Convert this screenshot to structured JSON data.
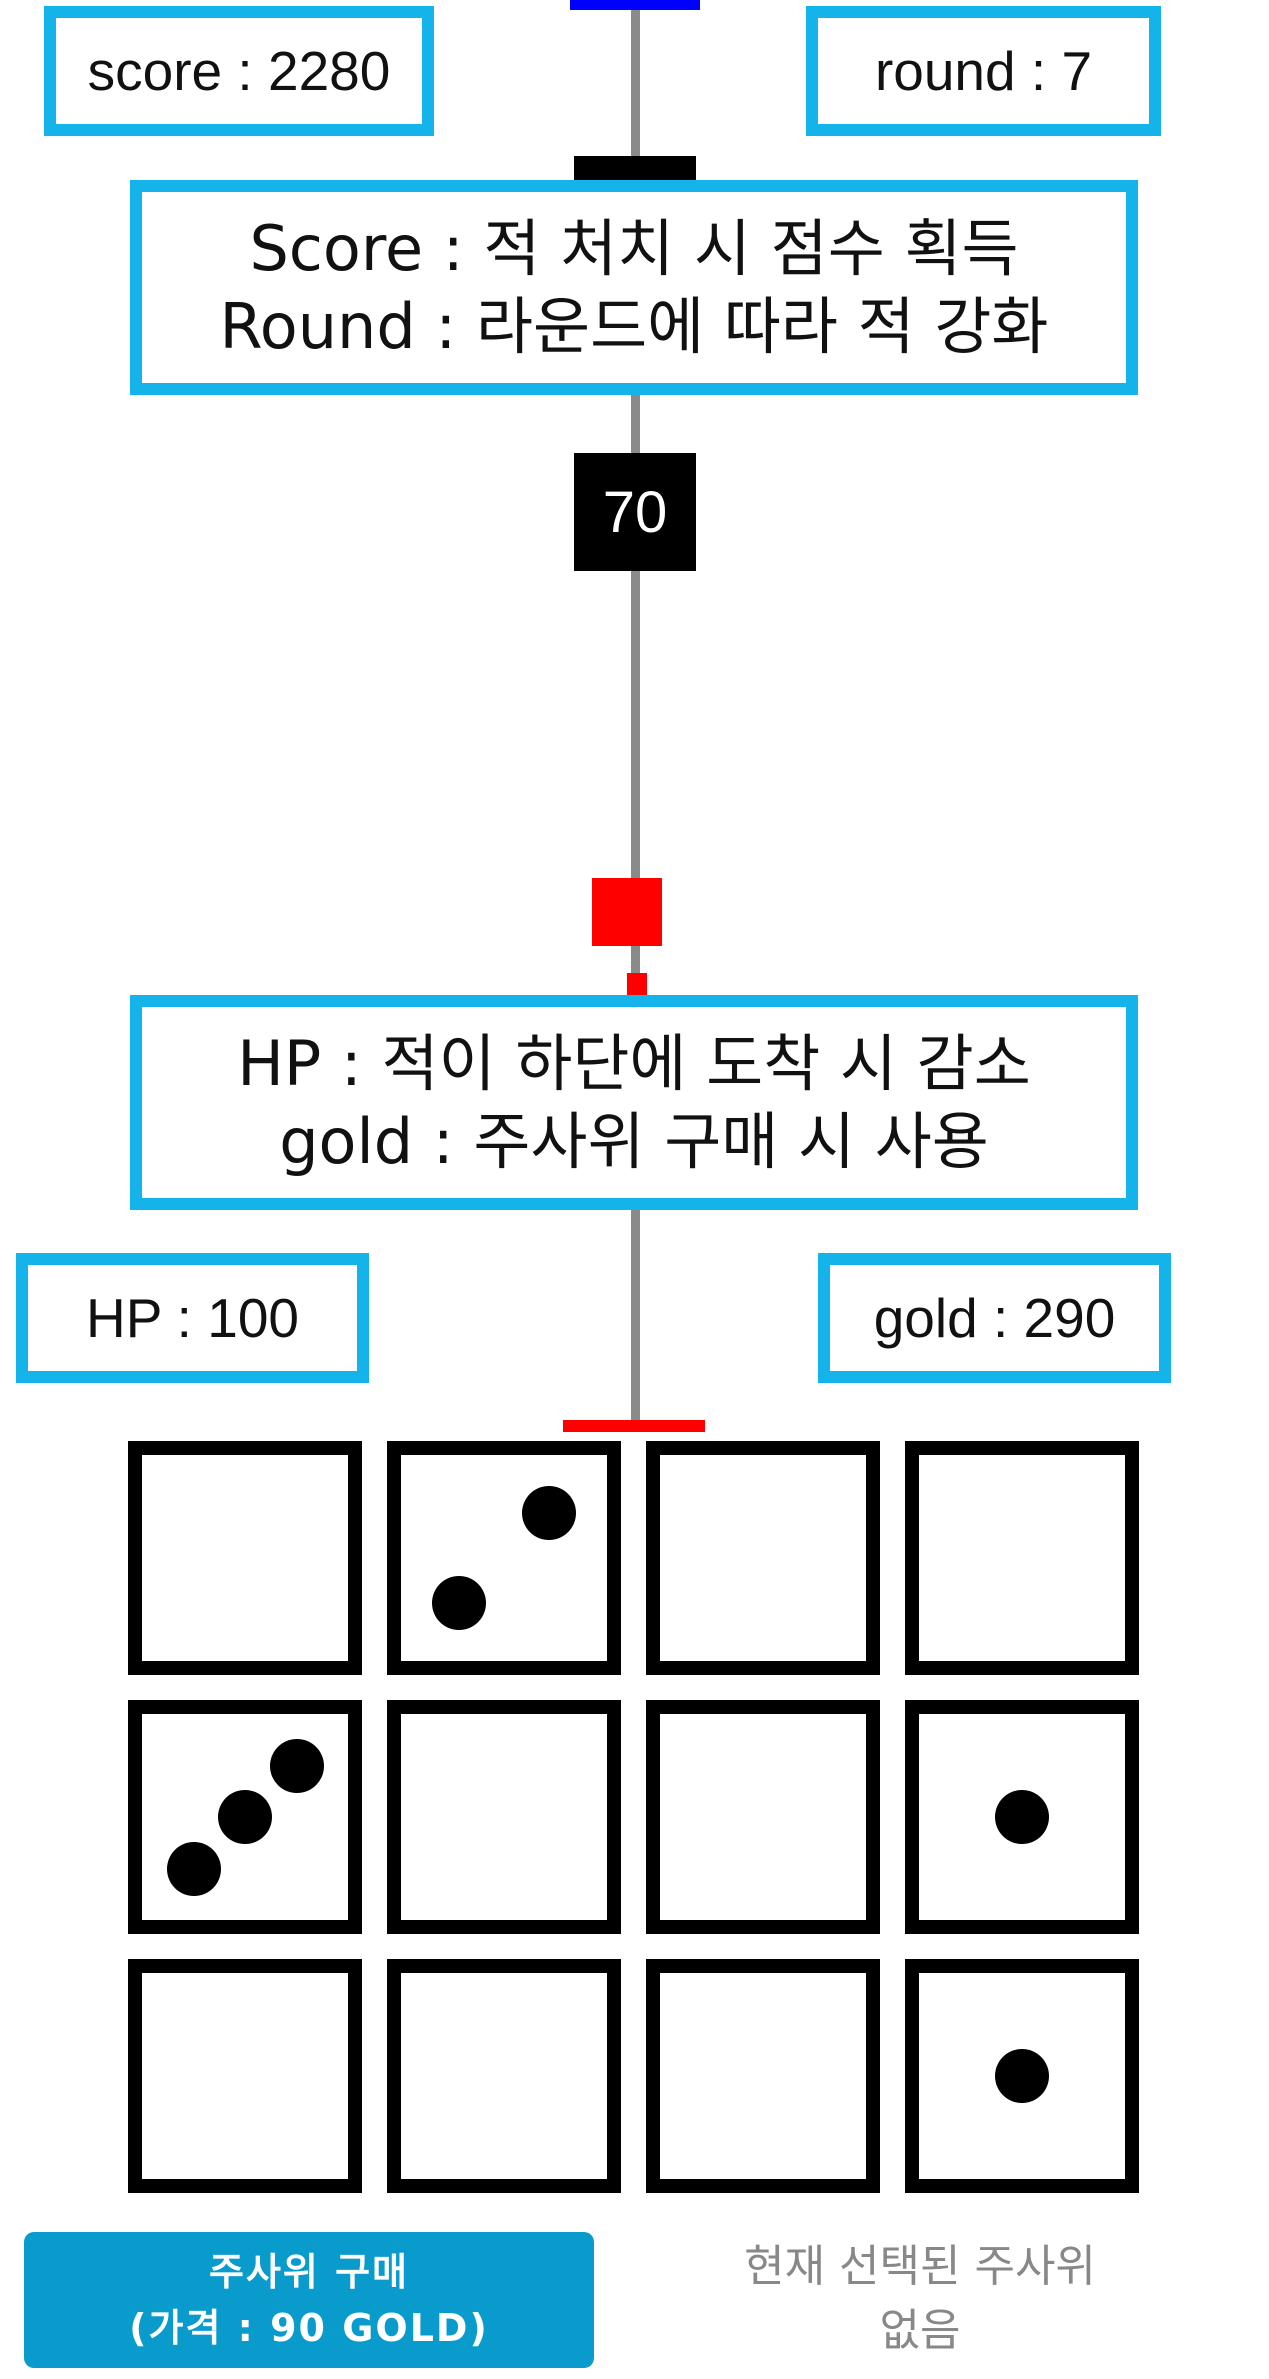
{
  "hud": {
    "score": "score : 2280",
    "round": "round : 7",
    "hp": "HP : 100",
    "gold": "gold : 290"
  },
  "notes": {
    "top_line1": "Score : 적 처치 시 점수 획득",
    "top_line2": "Round : 라운드에 따라 적 강화",
    "bottom_line1": "HP : 적이 하단에 도착 시 감소",
    "bottom_line2": "gold : 주사위 구매 시 사용"
  },
  "enemy": {
    "hp_label": "70"
  },
  "colors": {
    "annotation_border": "#14b4ea",
    "lane": "#8a8a8a",
    "enemy_blue": "#0000ff",
    "enemy_red": "#ff0000",
    "button": "#0a9bcd"
  },
  "dice_grid": [
    [
      0,
      2,
      0,
      0
    ],
    [
      3,
      0,
      0,
      1
    ],
    [
      0,
      0,
      0,
      1
    ]
  ],
  "buy_button": {
    "line1": "주사위 구매",
    "line2": "(가격 : 90 GOLD)"
  },
  "selection": {
    "line1": "현재 선택된 주사위",
    "line2": "없음"
  }
}
